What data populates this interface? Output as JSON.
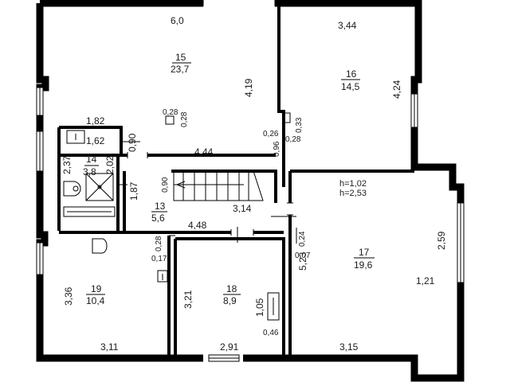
{
  "rooms": [
    {
      "id": "15",
      "area": "23,7"
    },
    {
      "id": "16",
      "area": "14,5"
    },
    {
      "id": "14",
      "area": "3,8"
    },
    {
      "id": "13",
      "area": "5,6"
    },
    {
      "id": "17",
      "area": "19,6"
    },
    {
      "id": "19",
      "area": "10,4"
    },
    {
      "id": "18",
      "area": "8,9"
    }
  ],
  "dimensions": {
    "r15_top": "6,0",
    "r15_right": "4,19",
    "r15_bottom": "4,44",
    "column_w": "0,28",
    "column_h": "0,28",
    "r16_top": "3,44",
    "r16_right": "4,24",
    "niche_a": "0,26",
    "niche_b": "0,96",
    "niche_c": "0,33",
    "niche_d": "0,28",
    "r14_top": "1,82",
    "r14_inner_top": "1,62",
    "r14_left": "2,37",
    "r14_right": "2,02",
    "wall_090_a": "0,90",
    "stair_w": "0,90",
    "r13_left": "1,87",
    "r13_right": "3,14",
    "r13_bottom": "4,48",
    "r17_h1": "h=1,02",
    "r17_h2": "h=2,53",
    "r17_right_upper": "2,59",
    "r17_left": "5,23",
    "r17_step": "1,21",
    "r17_bottom": "3,15",
    "r17_wall_a": "0,24",
    "r17_wall_b": "0,07",
    "r19_left": "3,36",
    "r19_bottom": "3,11",
    "r19_wall_a": "0,28",
    "r19_wall_b": "0,17",
    "r18_left": "3,21",
    "r18_bottom": "2,91",
    "r18_vent_h": "1,05",
    "r18_vent_w": "0,46"
  },
  "colors": {
    "wall": "#000000",
    "window": "#555555",
    "line": "#222222"
  }
}
